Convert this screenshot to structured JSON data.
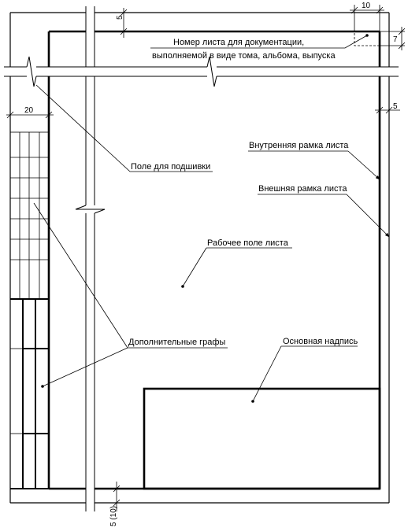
{
  "labels": {
    "sheet_number_line1": "Номер листа  для  документации,",
    "sheet_number_line2": "выполняемой в виде тома, альбома, выпуска",
    "binding_field": "Поле для подшивки",
    "inner_frame": "Внутренняя рамка листа",
    "outer_frame": "Внешняя рамка листа",
    "work_field": "Рабочее поле листа",
    "extra_columns": "Дополнительные графы",
    "title_block": "Основная надпись"
  },
  "dimensions": {
    "top_offset": "5",
    "number_box_width": "10",
    "number_box_height": "7",
    "right_offset": "5",
    "binding_width": "20",
    "bottom_offset": "5 (10)"
  }
}
